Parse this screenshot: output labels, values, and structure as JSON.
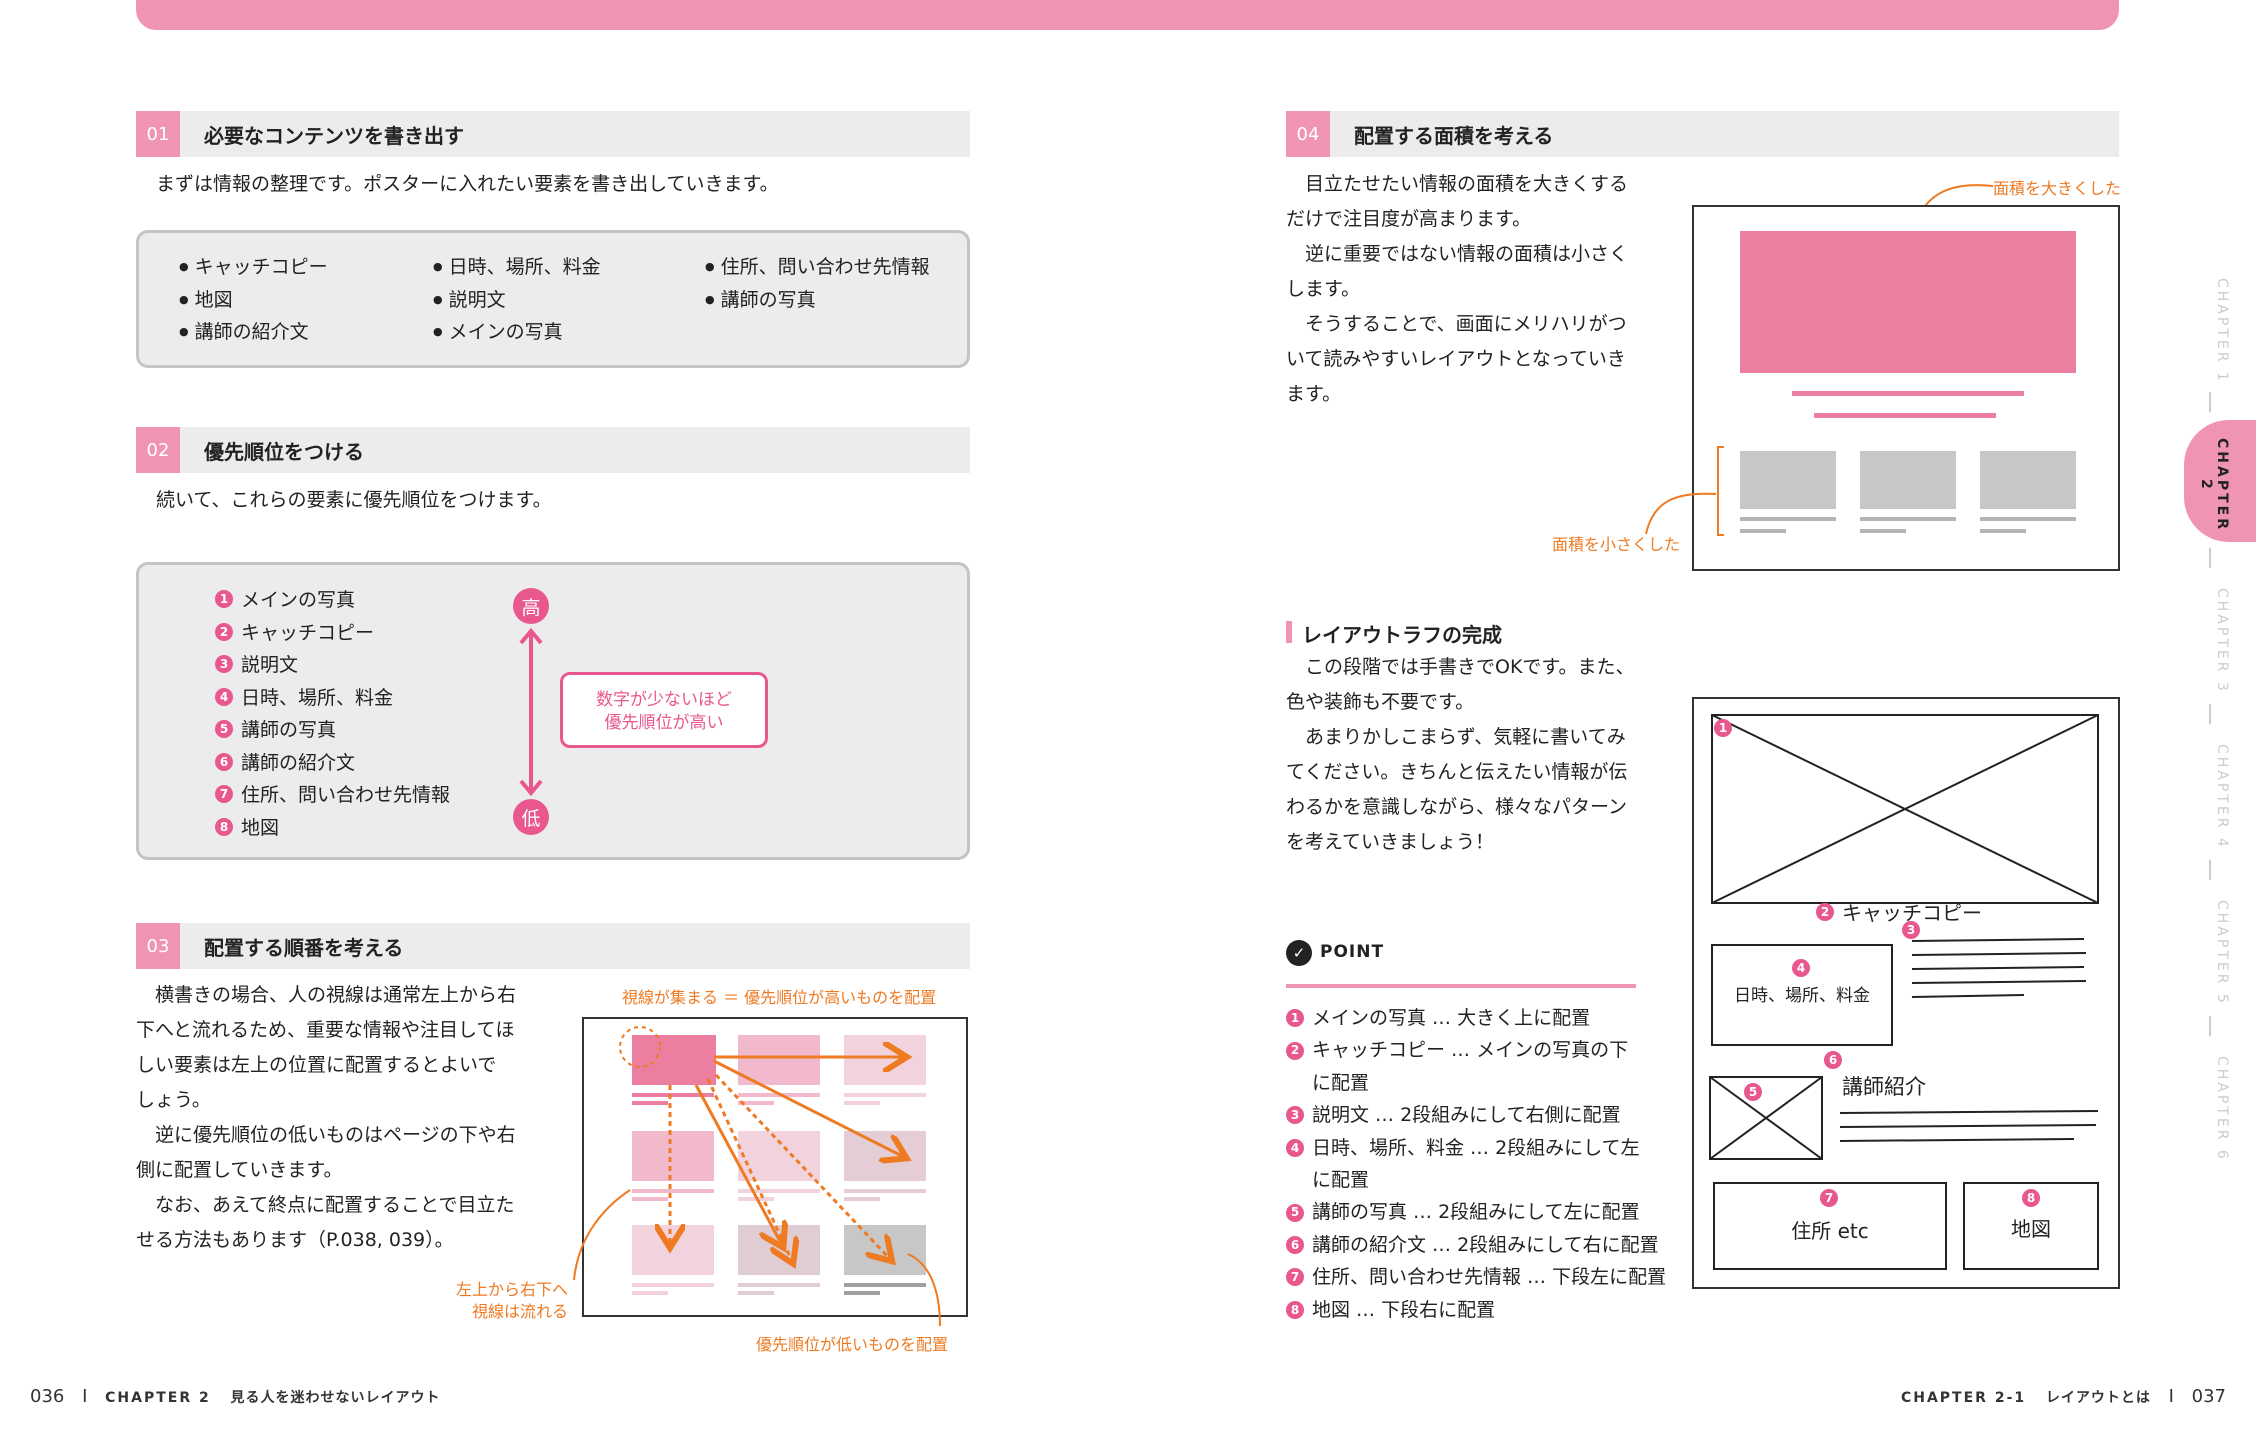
{
  "s01": {
    "num": "01",
    "title": "必要なコンテンツを書き出す",
    "text": "まずは情報の整理です。ポスターに入れたい要素を書き出していきます。",
    "items": [
      "キャッチコピー",
      "日時、場所、料金",
      "住所、問い合わせ先情報",
      "地図",
      "説明文",
      "講師の写真",
      "講師の紹介文",
      "メインの写真"
    ]
  },
  "s02": {
    "num": "02",
    "title": "優先順位をつける",
    "text": "続いて、これらの要素に優先順位をつけます。",
    "ranked": [
      {
        "n": "1",
        "label": "メインの写真"
      },
      {
        "n": "2",
        "label": "キャッチコピー"
      },
      {
        "n": "3",
        "label": "説明文"
      },
      {
        "n": "4",
        "label": "日時、場所、料金"
      },
      {
        "n": "5",
        "label": "講師の写真"
      },
      {
        "n": "6",
        "label": "講師の紹介文"
      },
      {
        "n": "7",
        "label": "住所、問い合わせ先情報"
      },
      {
        "n": "8",
        "label": "地図"
      }
    ],
    "high": "高",
    "low": "低",
    "note_l1": "数字が少ないほど",
    "note_l2": "優先順位が高い"
  },
  "s03": {
    "num": "03",
    "title": "配置する順番を考える",
    "p1": [
      "横書きの場合、人の視線は通常左上から右",
      "下へと流れるため、重要な情報や注目してほ",
      "しい要素は左上の位置に配置するとよいで",
      "しょう。"
    ],
    "p2": [
      "逆に優先順位の低いものはページの下や右",
      "側に配置していきます。"
    ],
    "p3": [
      "なお、あえて終点に配置することで目立た",
      "せる方法もあります（P.038, 039）。"
    ],
    "ann_top": "視線が集まる ＝ 優先順位が高いものを配置",
    "ann_left_1": "左上から右下へ",
    "ann_left_2": "視線は流れる",
    "ann_bottom": "優先順位が低いものを配置"
  },
  "s04": {
    "num": "04",
    "title": "配置する面積を考える",
    "p1": [
      "目立たせたい情報の面積を大きくする",
      "だけで注目度が高まります。"
    ],
    "p2": [
      "逆に重要ではない情報の面積は小さく",
      "します。"
    ],
    "p3": [
      "そうすることで、画面にメリハリがつ",
      "いて読みやすいレイアウトとなっていき",
      "ます。"
    ],
    "ann_big": "面積を大きくした",
    "ann_small": "面積を小さくした"
  },
  "rough": {
    "title": "レイアウトラフの完成",
    "p1": [
      "この段階では手書きでOKです。また、",
      "色や装飾も不要です。"
    ],
    "p2": [
      "あまりかしこまらず、気軽に書いてみ",
      "てください。きちんと伝えたい情報が伝",
      "わるかを意識しながら、様々なパターン",
      "を考えていきましょう！"
    ],
    "sketch": {
      "n1": "1",
      "n2": "2",
      "catch": "キャッチコピー",
      "n3": "3",
      "n4": "4",
      "datetime": "日時、場所、料金",
      "n5": "5",
      "n6": "6",
      "lecturer": "講師紹介",
      "n7": "7",
      "address": "住所 etc",
      "n8": "8",
      "map": "地図"
    }
  },
  "point": {
    "label": "POINT",
    "rows": [
      {
        "n": "1",
        "text": "メインの写真 … 大きく上に配置"
      },
      {
        "n": "2",
        "text": "キャッチコピー … メインの写真の下"
      },
      {
        "n": "",
        "text": "に配置"
      },
      {
        "n": "3",
        "text": "説明文 … 2段組みにして右側に配置"
      },
      {
        "n": "4",
        "text": "日時、場所、料金 … 2段組みにして左"
      },
      {
        "n": "",
        "text": "に配置"
      },
      {
        "n": "5",
        "text": "講師の写真 … 2段組みにして左に配置"
      },
      {
        "n": "6",
        "text": "講師の紹介文 … 2段組みにして右に配置"
      },
      {
        "n": "7",
        "text": "住所、問い合わせ先情報 … 下段左に配置"
      },
      {
        "n": "8",
        "text": "地図 … 下段右に配置"
      }
    ]
  },
  "side_tabs": [
    "CHAPTER 1",
    "CHAPTER 2",
    "CHAPTER 3",
    "CHAPTER 4",
    "CHAPTER 5",
    "CHAPTER 6"
  ],
  "footer": {
    "left_page": "036",
    "left_sep": "I",
    "left_chapter": "CHAPTER 2",
    "left_title": "見る人を迷わせないレイアウト",
    "right_chapter": "CHAPTER 2-1",
    "right_title": "レイアウトとは",
    "right_sep": "I",
    "right_page": "037"
  },
  "colors": {
    "pink": "#f094b5",
    "accent": "#e8578e",
    "orange": "#ee7a22",
    "gray": "#ececec"
  }
}
